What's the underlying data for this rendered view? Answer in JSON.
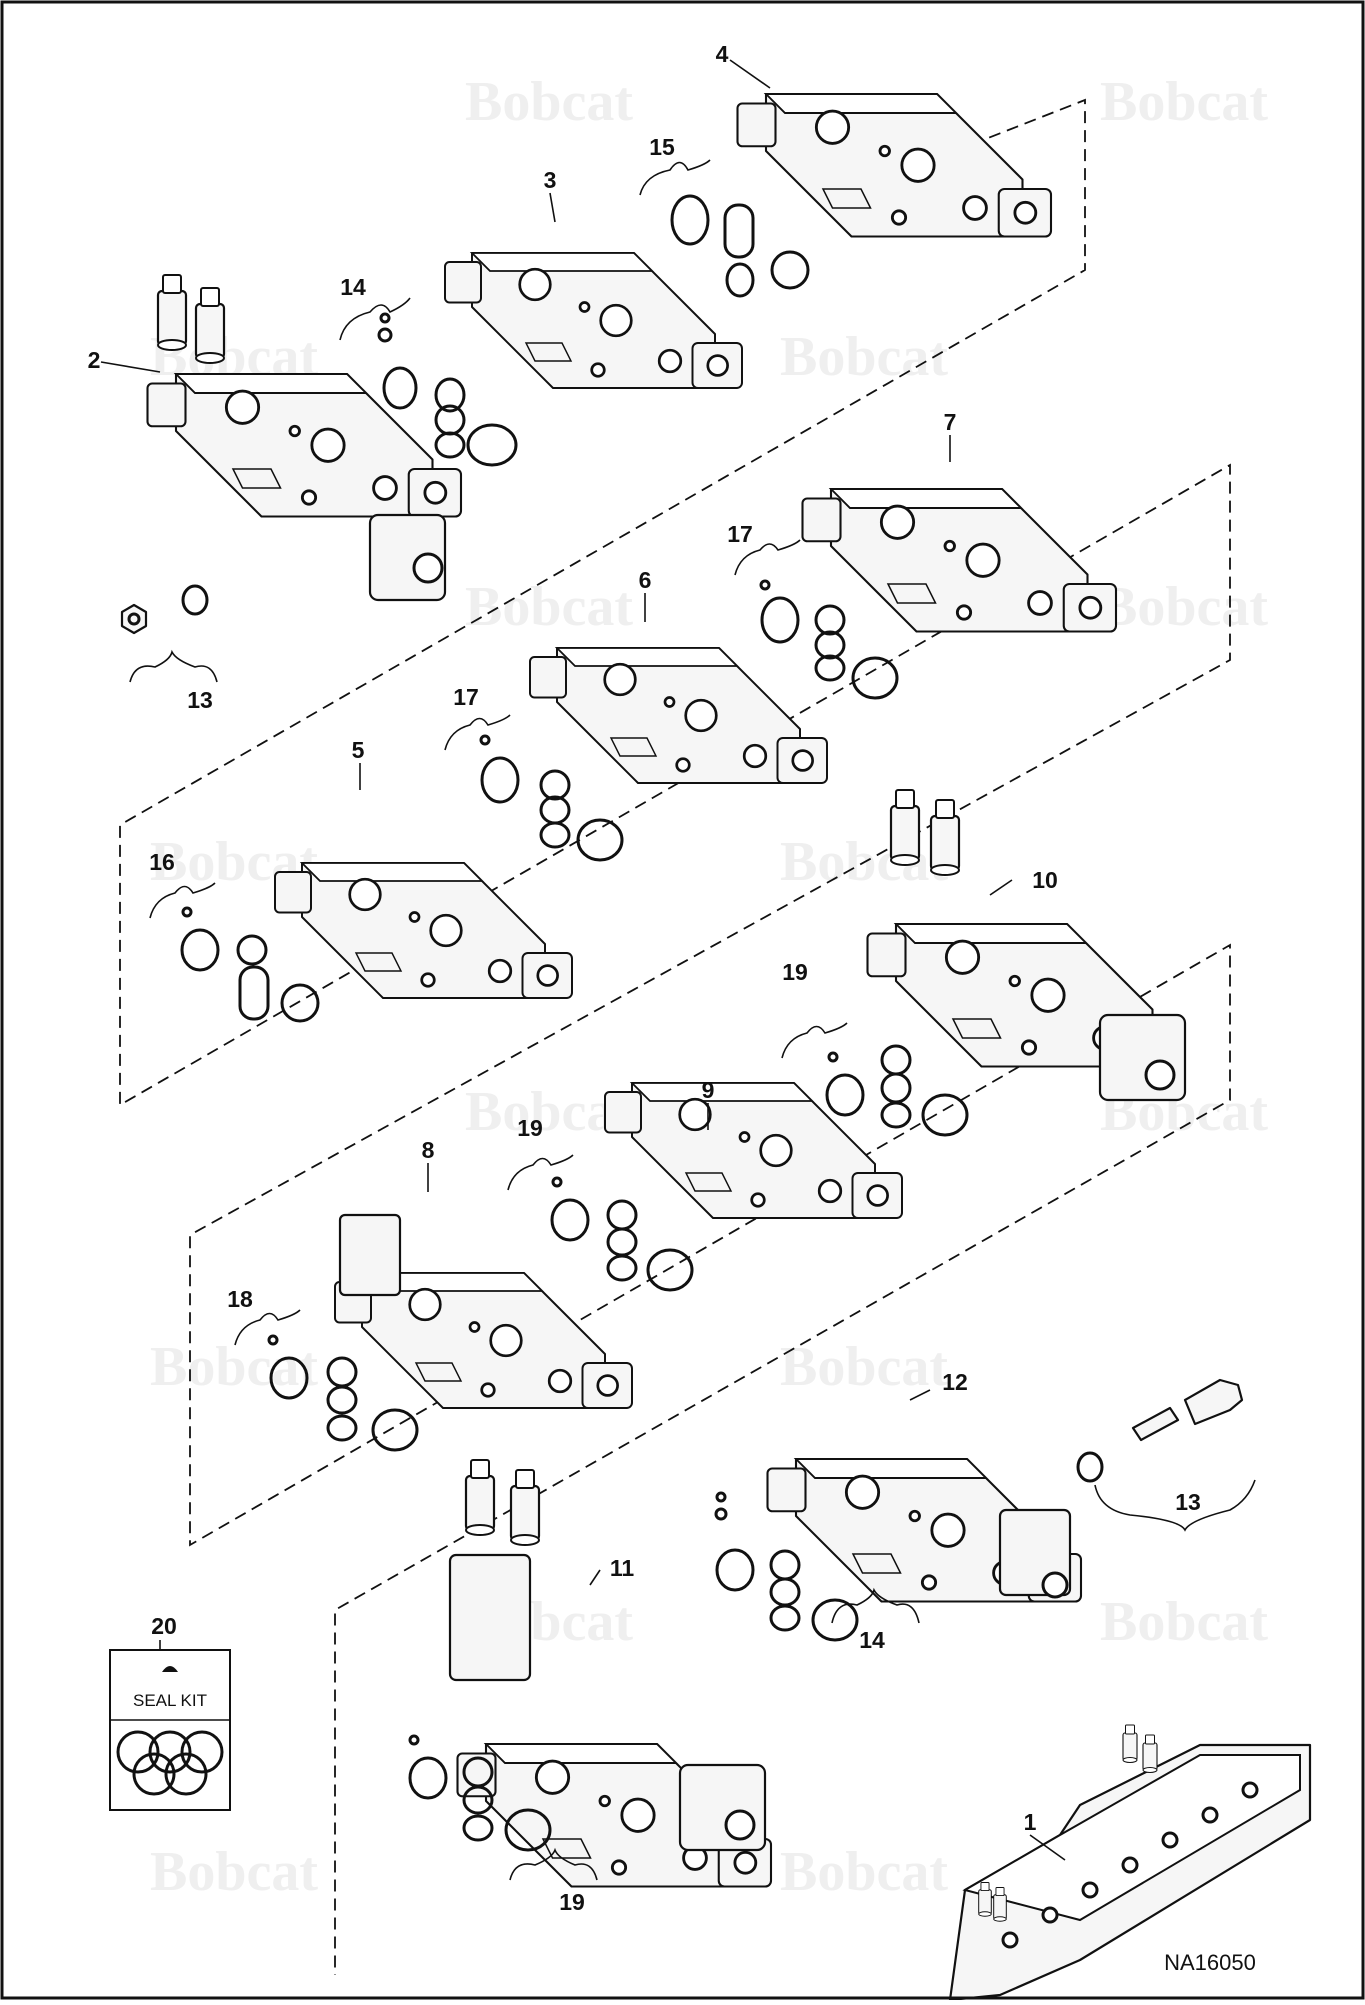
{
  "diagram": {
    "watermark_text": "Bobcat",
    "drawing_number": "NA16050",
    "seal_kit_label": "SEAL KIT",
    "callouts": {
      "c1": "1",
      "c2": "2",
      "c3": "3",
      "c4": "4",
      "c5": "5",
      "c6": "6",
      "c7": "7",
      "c8": "8",
      "c9": "9",
      "c10": "10",
      "c11": "11",
      "c12": "12",
      "c13a": "13",
      "c13b": "13",
      "c14a": "14",
      "c14b": "14",
      "c15": "15",
      "c16": "16",
      "c17a": "17",
      "c17b": "17",
      "c18": "18",
      "c19a": "19",
      "c19b": "19",
      "c19c": "19",
      "c20": "20"
    }
  }
}
